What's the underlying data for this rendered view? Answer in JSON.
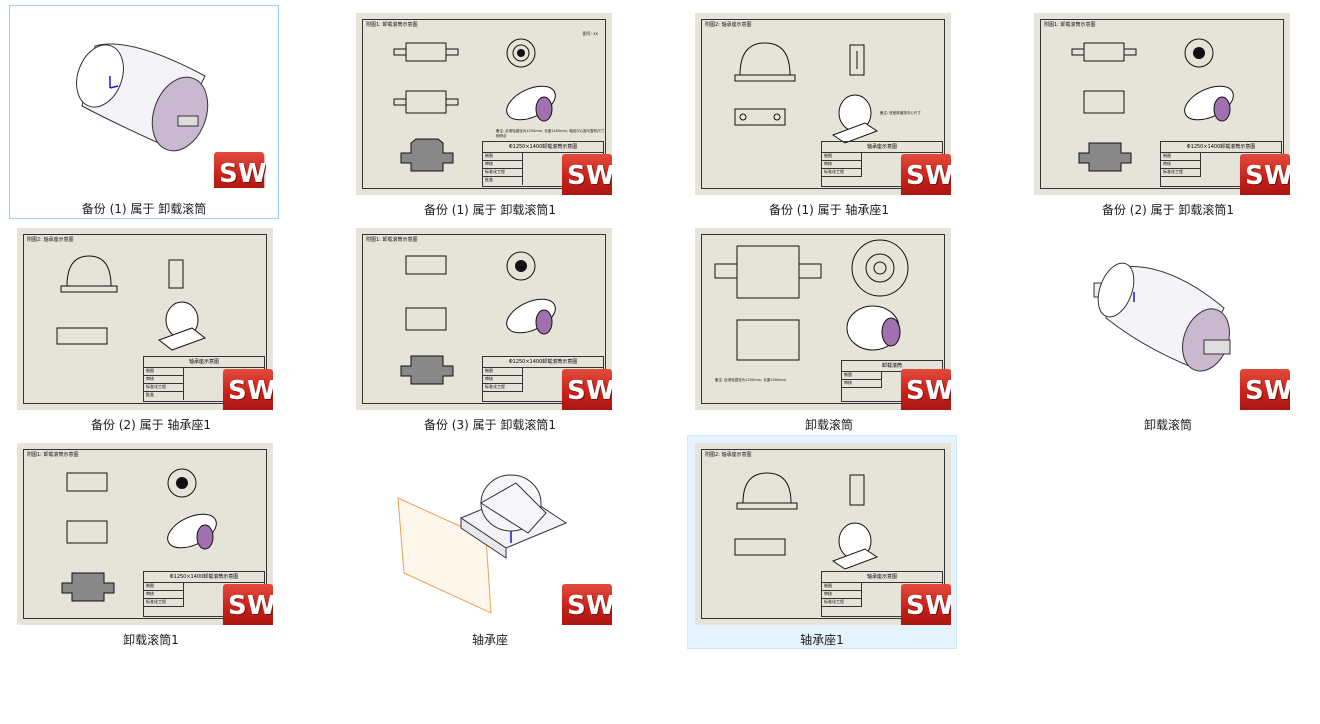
{
  "files": [
    {
      "name": "备份 (1) 属于 卸载滚筒"
    },
    {
      "name": "备份 (1) 属于 卸载滚筒1"
    },
    {
      "name": "备份 (1) 属于 轴承座1"
    },
    {
      "name": "备份 (2) 属于 卸载滚筒1"
    },
    {
      "name": "备份 (2) 属于 轴承座1"
    },
    {
      "name": "备份 (3) 属于 卸载滚筒1"
    },
    {
      "name": "卸载滚筒"
    },
    {
      "name": "卸载滚筒"
    },
    {
      "name": "卸载滚筒1"
    },
    {
      "name": "轴承座"
    },
    {
      "name": "轴承座1"
    }
  ],
  "sheets": {
    "drum_title": "附图1: 卸载滚筒示意图",
    "bearing_title": "附图2: 轴承座示意图",
    "drum_block": "Φ1250×1400卸载滚筒示意图",
    "bearing_block": "轴承座示意图",
    "drum_small_block": "卸载滚筒",
    "sheet_no": "图号: xx",
    "rows": [
      "制图",
      "审核",
      "标准化工程",
      "批准"
    ]
  },
  "badge": {
    "s": "S",
    "w": "W"
  },
  "colors": {
    "badge": "#c8201a",
    "selection": "#cce8ff",
    "sheet_bg": "#e6e4d8"
  }
}
